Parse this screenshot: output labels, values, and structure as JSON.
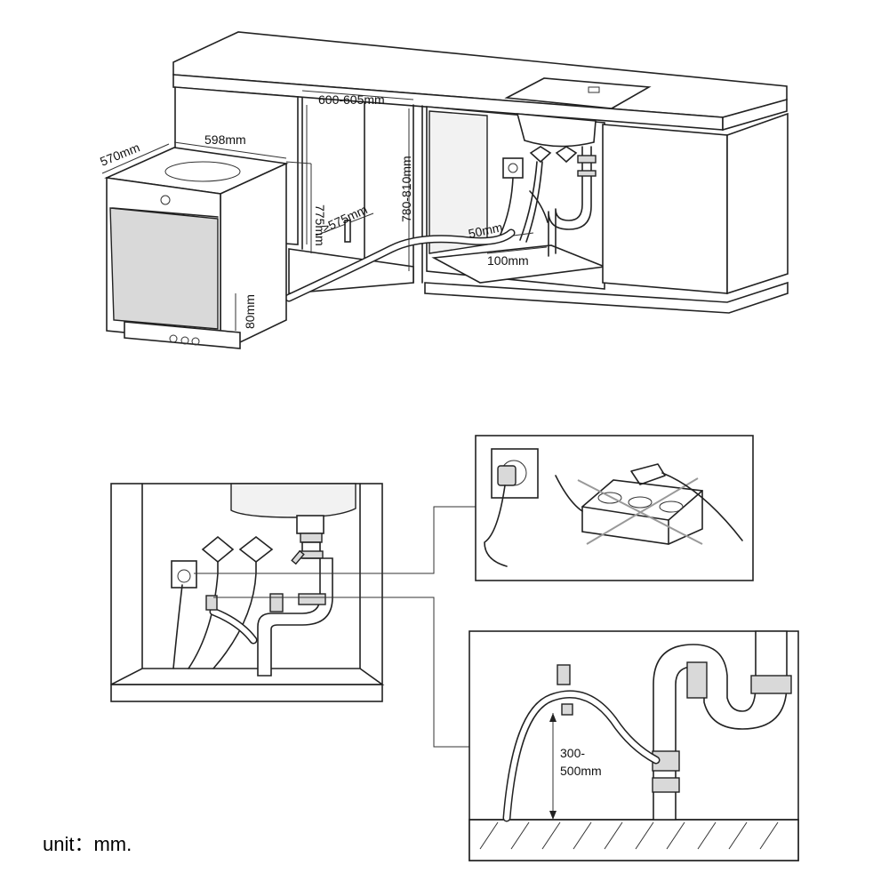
{
  "dimensions": {
    "depth": "570mm",
    "width": "598mm",
    "niche_width": "600-605mm",
    "height_min": "775mm",
    "niche_depth": "≥575mm",
    "niche_height": "780-810mm",
    "plinth": "80mm",
    "socket_offset_a": "50mm",
    "socket_offset_b": "100mm",
    "hose_height_line1": "300-",
    "hose_height_line2": "500mm"
  },
  "unit_note": "unit：mm."
}
